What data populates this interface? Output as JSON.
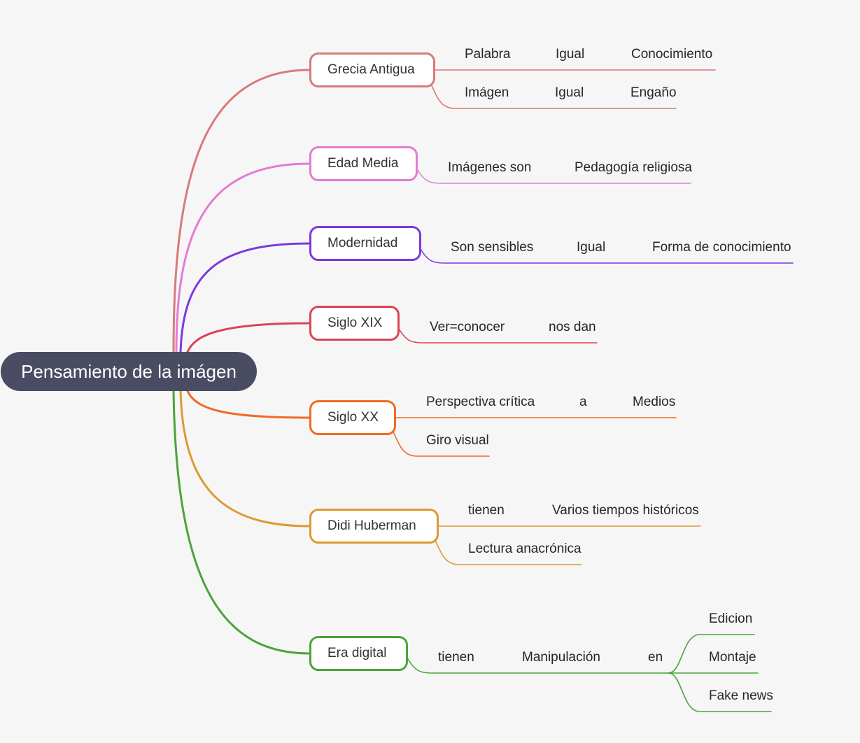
{
  "root": {
    "label": "Pensamiento de la imágen",
    "color": "#4a4c63"
  },
  "branches": [
    {
      "label": "Grecia Antigua",
      "color": "#d87a7a",
      "rows": [
        [
          "Palabra",
          "Igual",
          "Conocimiento"
        ],
        [
          "Imágen",
          "Igual",
          "Engaño"
        ]
      ]
    },
    {
      "label": "Edad Media",
      "color": "#e57bd3",
      "rows": [
        [
          "Imágenes son",
          "Pedagogía religiosa"
        ]
      ]
    },
    {
      "label": "Modernidad",
      "color": "#7c38e0",
      "rows": [
        [
          "Son sensibles",
          "Igual",
          "Forma de conocimiento"
        ]
      ]
    },
    {
      "label": "Siglo XIX",
      "color": "#dc4355",
      "rows": [
        [
          "Ver=conocer",
          "nos dan"
        ]
      ]
    },
    {
      "label": "Siglo XX",
      "color": "#f06a23",
      "rows": [
        [
          "Perspectiva crítica",
          "a",
          "Medios"
        ],
        [
          "Giro visual"
        ]
      ]
    },
    {
      "label": "Didi Huberman",
      "color": "#dc9a32",
      "rows": [
        [
          "tienen",
          "Varios tiempos históricos"
        ],
        [
          "Lectura anacrónica"
        ]
      ]
    },
    {
      "label": "Era digital",
      "color": "#4ca33b",
      "rows": [
        [
          "tienen",
          "Manipulación",
          "en"
        ]
      ],
      "leaves": [
        "Edicion",
        "Montaje",
        "Fake news"
      ]
    }
  ]
}
